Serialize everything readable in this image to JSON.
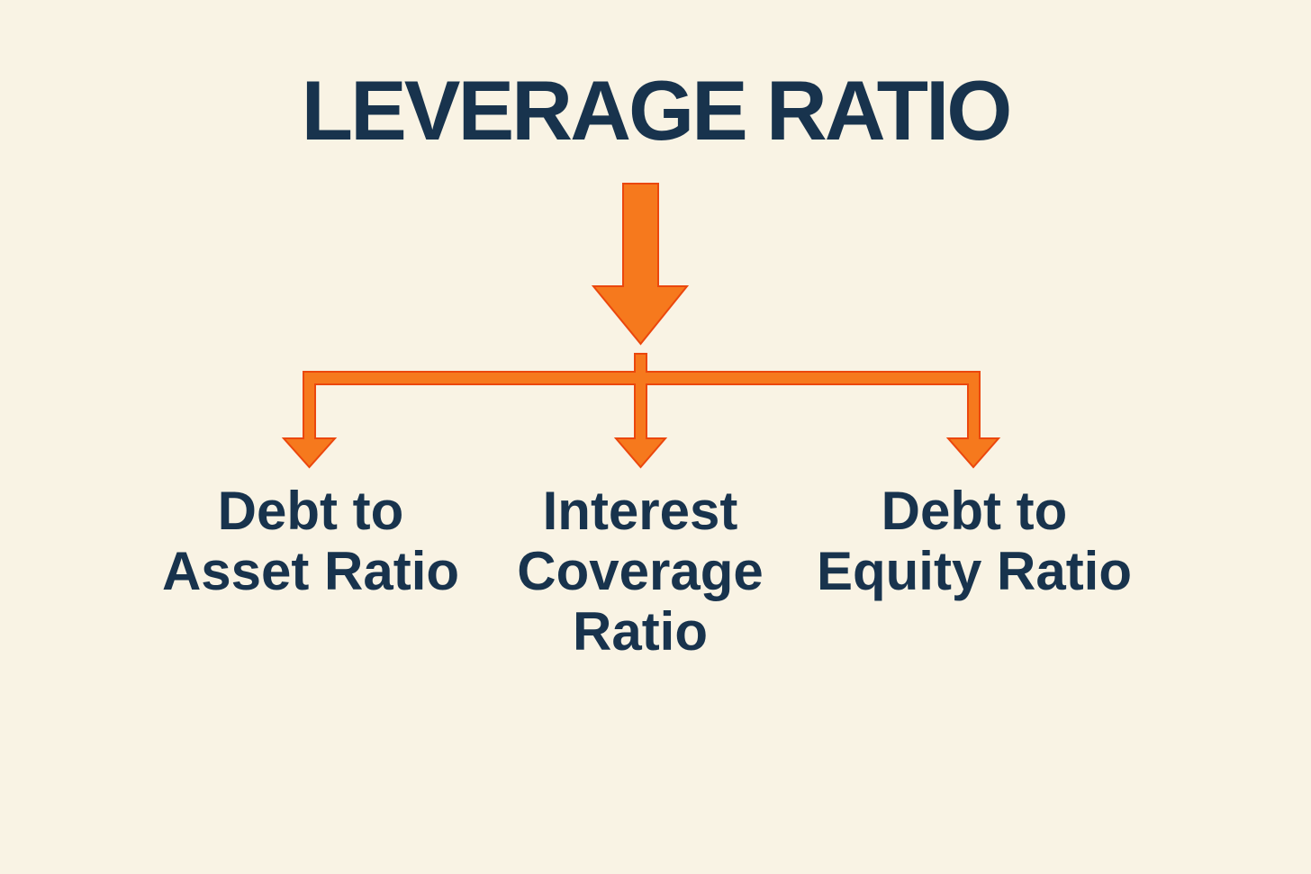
{
  "colors": {
    "background": "#F9F3E4",
    "navy": "#18334D",
    "orange": "#F6791D",
    "orange_edge": "#EB470D"
  },
  "diagram": {
    "title": "LEVERAGE RATIO",
    "root_arrow_icon": "big-down-arrow",
    "connector_icon": "three-way-branch-arrows",
    "branches": [
      {
        "lines": [
          "Debt to",
          "Asset Ratio"
        ]
      },
      {
        "lines": [
          "Interest",
          "Coverage",
          "Ratio"
        ]
      },
      {
        "lines": [
          "Debt to",
          "Equity Ratio"
        ]
      }
    ]
  }
}
